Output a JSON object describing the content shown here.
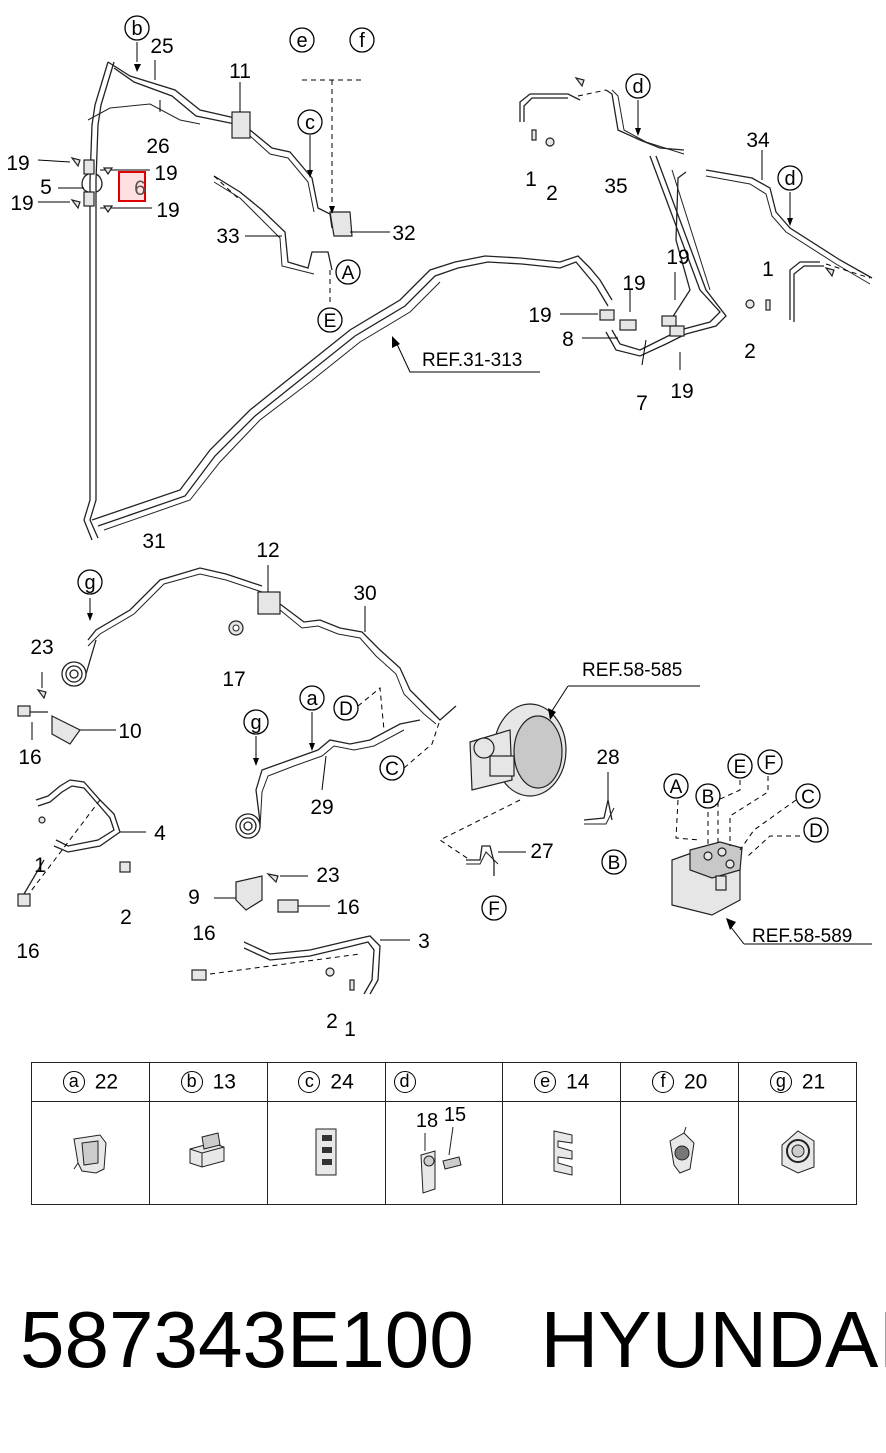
{
  "callouts": {
    "c1a": "1",
    "c1b": "1",
    "c1c": "1",
    "c1d": "1",
    "c2a": "2",
    "c2b": "2",
    "c2c": "2",
    "c2d": "2",
    "c3": "3",
    "c4": "4",
    "c5": "5",
    "c6": "6",
    "c7": "7",
    "c8": "8",
    "c9": "9",
    "c10": "10",
    "c11": "11",
    "c12": "12",
    "c16a": "16",
    "c16b": "16",
    "c16c": "16",
    "c16d": "16",
    "c17": "17",
    "c19a": "19",
    "c19b": "19",
    "c19c": "19",
    "c19d": "19",
    "c19e": "19",
    "c19f": "19",
    "c19g": "19",
    "c19h": "19",
    "c23a": "23",
    "c23b": "23",
    "c25": "25",
    "c26": "26",
    "c27": "27",
    "c28": "28",
    "c29": "29",
    "c30": "30",
    "c31": "31",
    "c32": "32",
    "c33": "33",
    "c34": "34",
    "c35": "35"
  },
  "markers": {
    "b_top": "b",
    "e_top": "e",
    "f_top": "f",
    "c_top": "c",
    "d_top": "d",
    "d_right": "d",
    "g_left": "g",
    "a_mid": "a",
    "g_mid": "g",
    "A1": "A",
    "E1": "E",
    "D1": "D",
    "C1": "C",
    "B1": "B",
    "F1": "F",
    "A2": "A",
    "B2": "B",
    "E2": "E",
    "F2": "F",
    "C2": "C",
    "D2": "D"
  },
  "references": {
    "ref1": "REF.31-313",
    "ref2": "REF.58-585",
    "ref3": "REF.58-589"
  },
  "highlighted_callout": "6",
  "legend": [
    {
      "letter": "a",
      "number": "22",
      "icon": "clip-a-icon"
    },
    {
      "letter": "b",
      "number": "13",
      "icon": "clip-b-icon"
    },
    {
      "letter": "c",
      "number": "24",
      "icon": "clip-c-icon"
    },
    {
      "letter": "d",
      "number": "",
      "icon": "bracket-bolt-icon",
      "sub1": "18",
      "sub2": "15"
    },
    {
      "letter": "e",
      "number": "14",
      "icon": "clip-e-icon"
    },
    {
      "letter": "f",
      "number": "20",
      "icon": "clip-f-icon"
    },
    {
      "letter": "g",
      "number": "21",
      "icon": "clip-g-icon"
    }
  ],
  "footer": {
    "part_number": "587343E100",
    "brand": "HYUNDAI"
  }
}
